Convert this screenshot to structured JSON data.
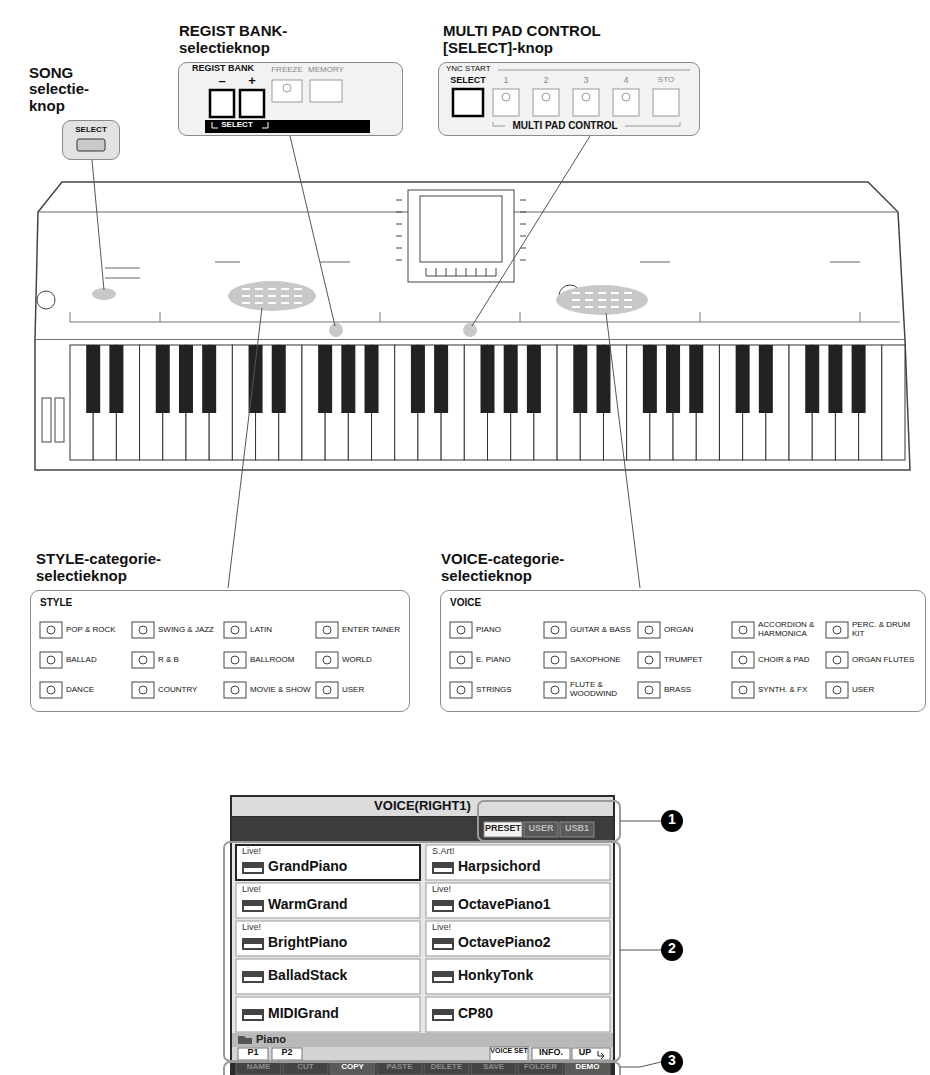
{
  "diagram": {
    "nodes": [
      {
        "text": [
          "SONG selectie- knop"
        ]
      },
      {
        "text": [
          "REGIST BANK- selectieknop"
        ]
      },
      {
        "text": [
          "MULTI PAD CONTROL [SELECT]-knop"
        ]
      },
      {
        "text": [
          "STYLE-categorie- selectieknop"
        ]
      },
      {
        "text": [
          "VOICE-categorie- selectieknop"
        ]
      }
    ],
    "labels": [
      "SELECT",
      "REGIST BANK",
      "FREEZE",
      "MEMORY",
      "–",
      "+",
      "SELECT",
      "YNC START",
      "SELECT",
      "1",
      "2",
      "3",
      "4",
      "STO",
      "MULTI PAD CONTROL",
      "STYLE",
      "POP & ROCK",
      "SWING & JAZZ",
      "LATIN",
      "ENTER TAINER",
      "BALLAD",
      "R & B",
      "BALLROOM",
      "WORLD",
      "DANCE",
      "COUNTRY",
      "MOVIE & SHOW",
      "USER",
      "VOICE",
      "PIANO",
      "GUITAR & BASS",
      "ORGAN",
      "ACCORDION & HARMONICA",
      "PERC. & DRUM KIT",
      "E. PIANO",
      "SAXOPHONE",
      "TRUMPET",
      "CHOIR & PAD",
      "ORGAN FLUTES",
      "STRINGS",
      "FLUTE & WOODWIND",
      "BRASS",
      "SYNTH. & FX",
      "USER",
      "VOICE(RIGHT1)",
      "PRESET",
      "USER",
      "USB1",
      "Live!",
      "GrandPiano",
      "S.Art!",
      "Harpsichord",
      "Live!",
      "WarmGrand",
      "Live!",
      "OctavePiano1",
      "Live!",
      "BrightPiano",
      "Live!",
      "OctavePiano2",
      "BalladStack",
      "HonkyTonk",
      "MIDIGrand",
      "CP80",
      "Piano",
      "P1",
      "P2",
      "VOICE SET",
      "INFO.",
      "UP",
      "NAME",
      "CUT",
      "COPY",
      "PASTE",
      "DELETE",
      "SAVE",
      "FOLDER",
      "DEMO",
      "1",
      "2",
      "3"
    ]
  }
}
